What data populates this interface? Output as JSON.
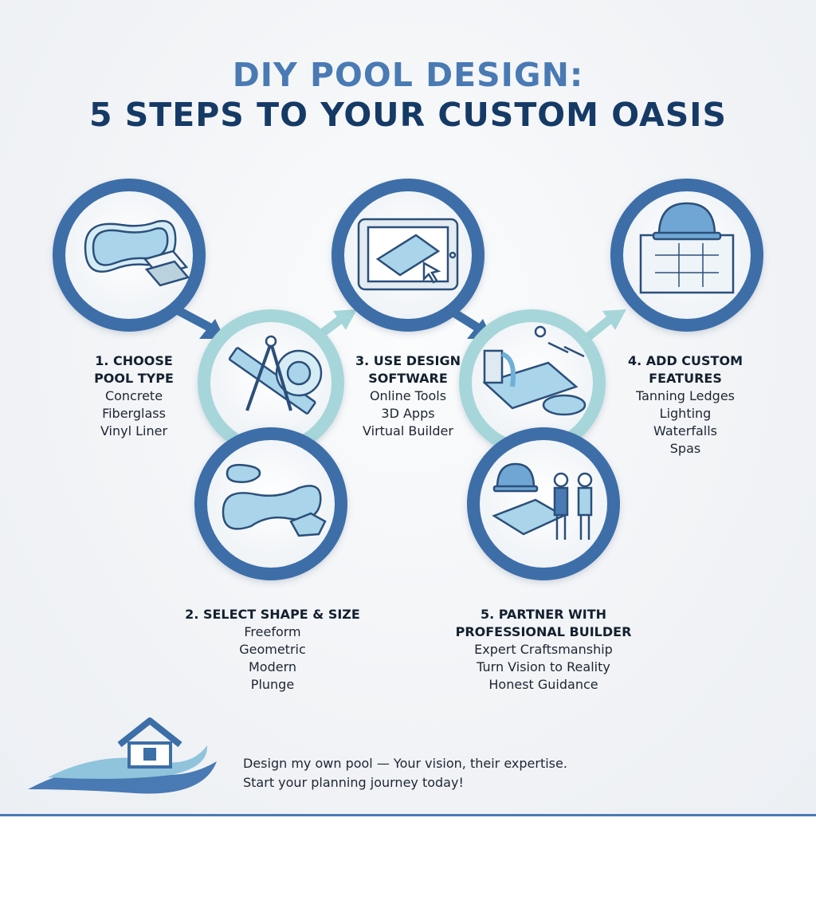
{
  "title": {
    "line1": "DIY POOL DESIGN:",
    "line2": "5 STEPS TO YOUR CUSTOM OASIS"
  },
  "steps": [
    {
      "heading": "1. CHOOSE\nPOOL TYPE",
      "items": [
        "Concrete",
        "Fiberglass",
        "Vinyl Liner"
      ],
      "icon": "pool-materials-icon"
    },
    {
      "heading": "2. SELECT SHAPE & SIZE",
      "items": [
        "Freeform",
        "Geometric",
        "Modern",
        "Plunge"
      ],
      "icon": "pool-shapes-icon"
    },
    {
      "heading": "3. USE DESIGN\nSOFTWARE",
      "items": [
        "Online Tools",
        "3D Apps",
        "Virtual Builder"
      ],
      "icon": "tablet-design-icon"
    },
    {
      "heading": "4. ADD CUSTOM\nFEATURES",
      "items": [
        "Tanning Ledges",
        "Lighting",
        "Waterfalls",
        "Spas"
      ],
      "icon": "hardhat-blueprint-icon"
    },
    {
      "heading": "5. PARTNER WITH\nPROFESSIONAL BUILDER",
      "items": [
        "Expert Craftsmanship",
        "Turn Vision to Reality",
        "Honest Guidance"
      ],
      "icon": "builder-handshake-icon"
    }
  ],
  "connectors": [
    {
      "icon": "compass-ruler-icon"
    },
    {
      "icon": "waterfall-pool-icon"
    }
  ],
  "footer": {
    "line1": "Design my own pool — Your vision, their expertise.",
    "line2": "Start your planning journey today!",
    "logo_icon": "house-wave-logo-icon"
  },
  "colors": {
    "dark_blue": "#163a66",
    "accent_blue": "#4a7ab3",
    "ring_blue": "#3c6ea8",
    "teal": "#a6d6d9",
    "water": "#a9d4ea"
  }
}
